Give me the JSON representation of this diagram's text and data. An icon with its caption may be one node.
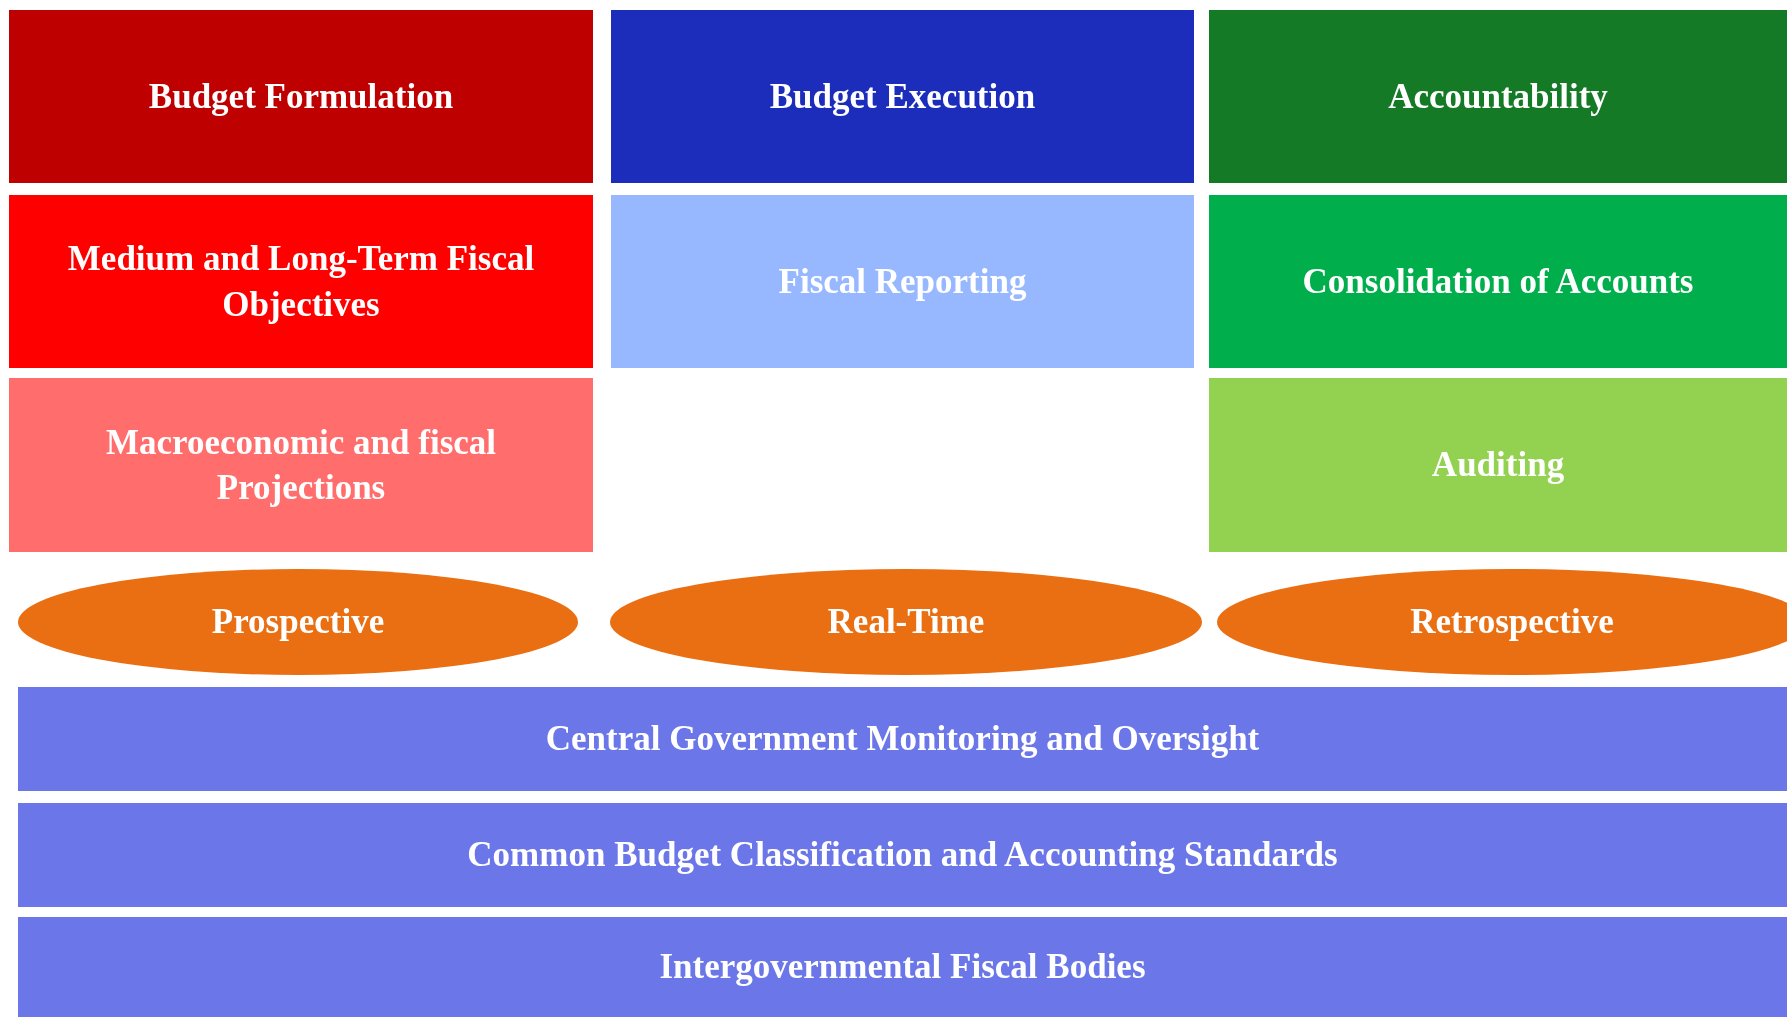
{
  "diagram": {
    "nodes": [
      {
        "text": [
          "Budget Formulation"
        ]
      },
      {
        "text": [
          "Budget Execution"
        ]
      },
      {
        "text": [
          "Accountability"
        ]
      },
      {
        "text": [
          "Medium and Long-Term Fiscal Objectives"
        ]
      },
      {
        "text": [
          "Fiscal Reporting"
        ]
      },
      {
        "text": [
          "Consolidation of Accounts"
        ]
      },
      {
        "text": [
          "Macroeconomic and fiscal Projections"
        ]
      },
      {
        "text": [
          "Auditing"
        ]
      },
      {
        "text": [
          "Prospective"
        ]
      },
      {
        "text": [
          "Real-Time"
        ]
      },
      {
        "text": [
          "Retrospective"
        ]
      },
      {
        "text": [
          "Central Government Monitoring and Oversight"
        ]
      },
      {
        "text": [
          "Common Budget Classification and Accounting Standards"
        ]
      },
      {
        "text": [
          "Intergovernmental Fiscal Bodies"
        ]
      }
    ]
  }
}
